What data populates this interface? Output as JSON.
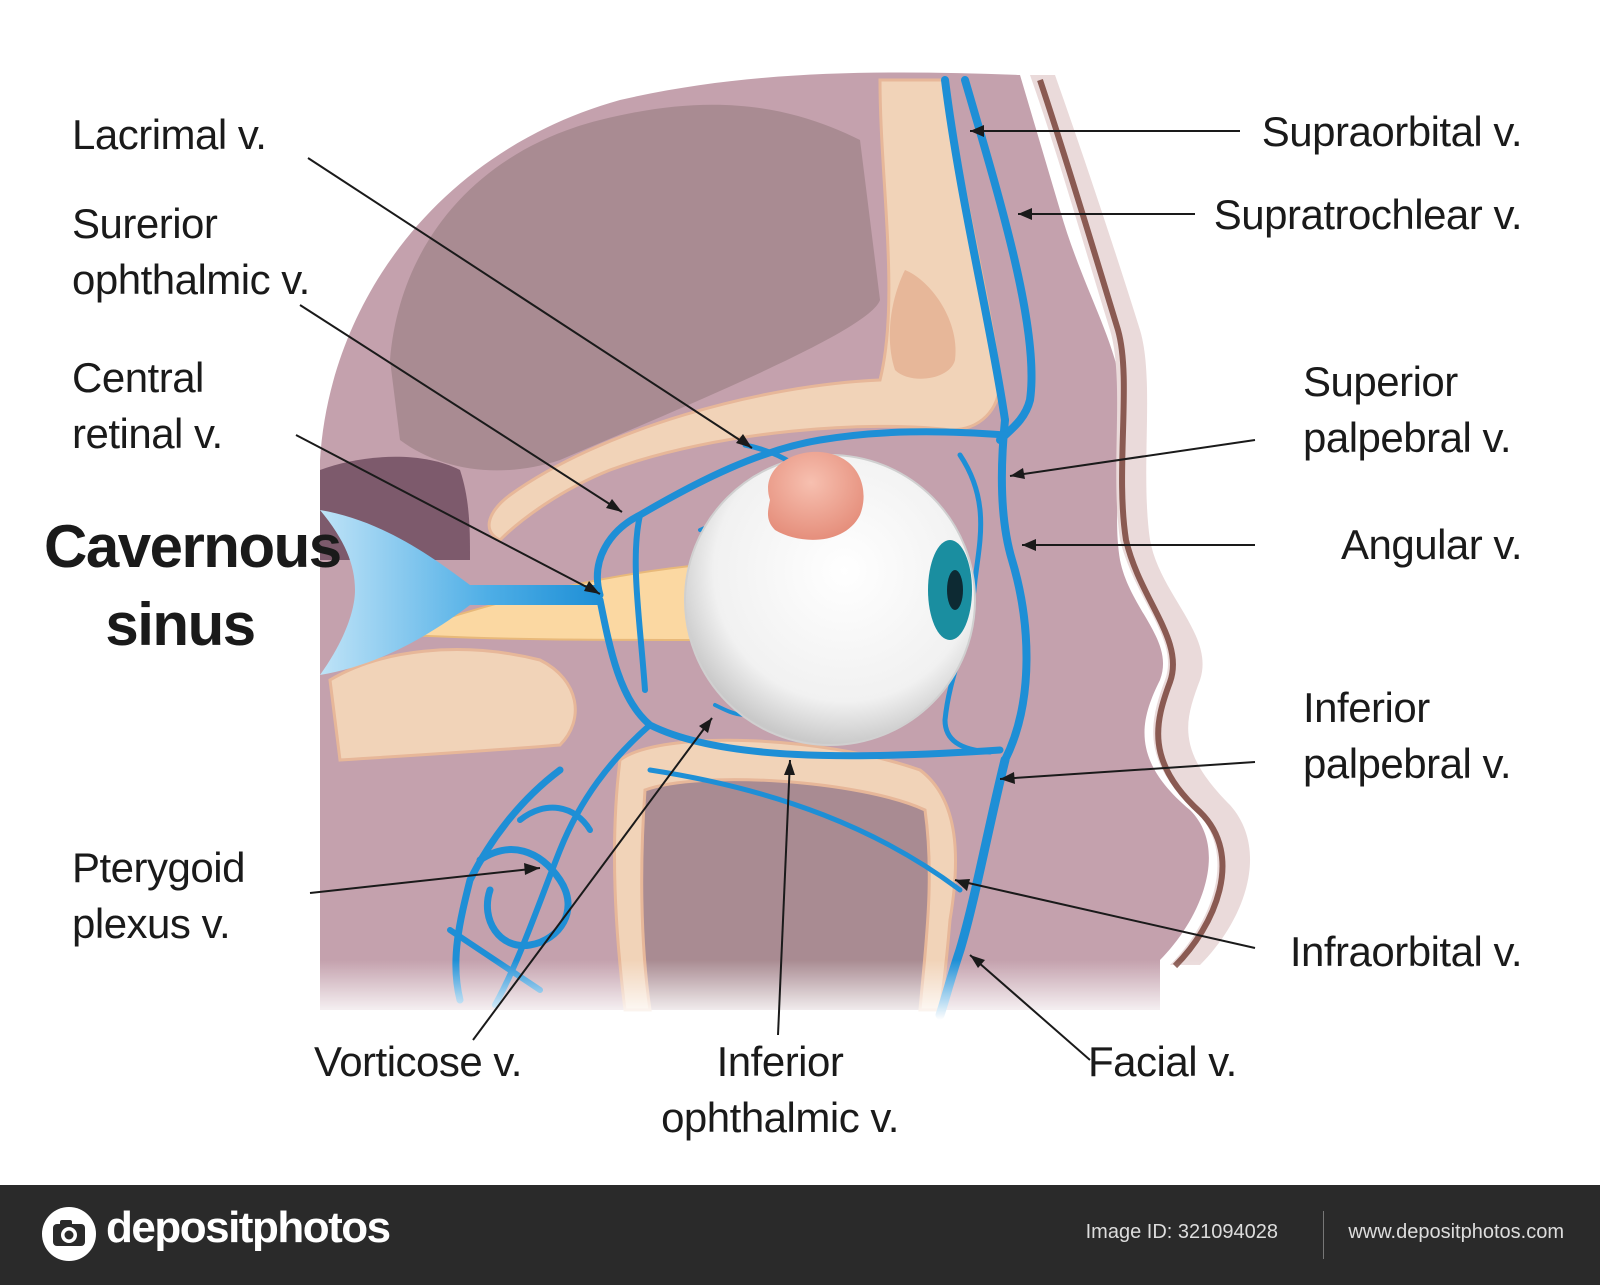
{
  "labels": {
    "lacrimal": "Lacrimal v.",
    "superior_ophthalmic": [
      "Surerior",
      "ophthalmic v."
    ],
    "central_retinal": [
      "Central",
      "retinal v."
    ],
    "cavernous_sinus": [
      "Cavernous",
      "sinus"
    ],
    "pterygoid_plexus": [
      "Pterygoid",
      "plexus v."
    ],
    "vorticose": "Vorticose v.",
    "inferior_ophthalmic": [
      "Inferior",
      "ophthalmic v."
    ],
    "facial": "Facial v.",
    "supraorbital": "Supraorbital v.",
    "supratrochlear": "Supratrochlear v.",
    "superior_palpebral": [
      "Superior",
      "palpebral v."
    ],
    "angular": "Angular v.",
    "inferior_palpebral": [
      "Inferior",
      "palpebral v."
    ],
    "infraorbital": "Infraorbital  v."
  },
  "footer": {
    "brand": "depositphotos",
    "image_id": "Image ID: 321094028",
    "site": "www.depositphotos.com"
  },
  "colors": {
    "vein": "#1e8fd6",
    "vein_dark": "#1577b8",
    "soft_tissue": "#b9909e",
    "bone": "#f1d3b8",
    "brain_cavity": "#a98b92",
    "gland": "#ef9f8e",
    "iris": "#1a8ea0",
    "footer_bg": "#2a2a2a"
  }
}
